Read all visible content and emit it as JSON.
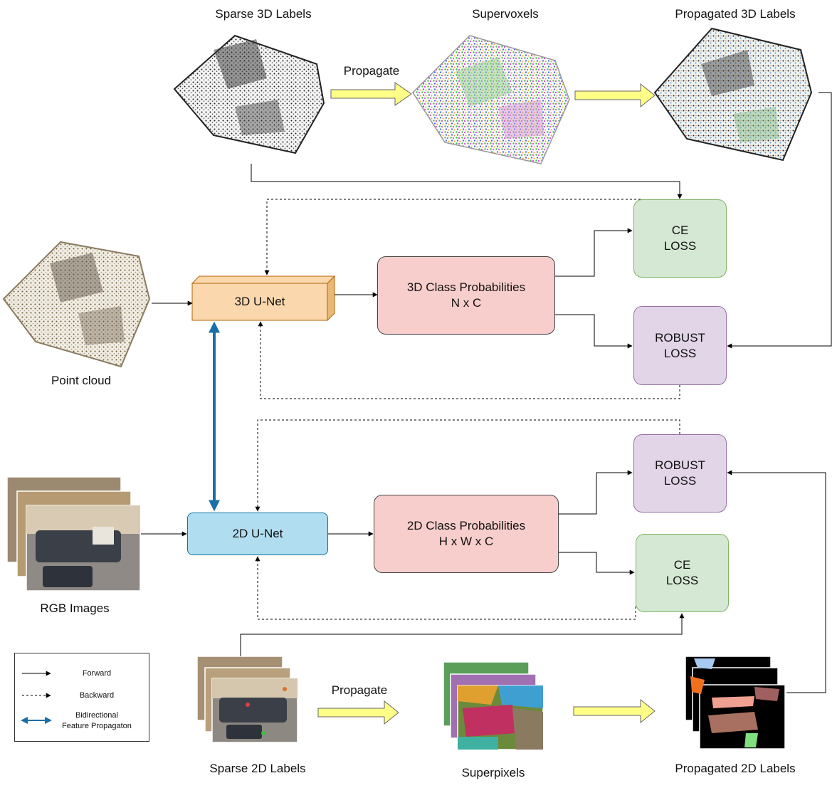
{
  "labels": {
    "sparse3d": "Sparse 3D Labels",
    "supervoxels": "Supervoxels",
    "propagated3d": "Propagated 3D Labels",
    "propagate_top": "Propagate",
    "point_cloud": "Point cloud",
    "rgb_images": "RGB Images",
    "sparse2d": "Sparse 2D Labels",
    "propagate_bottom": "Propagate",
    "superpixels": "Superpixels",
    "propagated2d": "Propagated 2D Labels"
  },
  "boxes": {
    "unet3d": "3D U-Net",
    "prob3d_line1": "3D Class Probabilities",
    "prob3d_line2": "N x C",
    "ce_top_line1": "CE",
    "ce_top_line2": "LOSS",
    "robust_top_line1": "ROBUST",
    "robust_top_line2": "LOSS",
    "unet2d": "2D U-Net",
    "prob2d_line1": "2D Class Probabilities",
    "prob2d_line2": "H x W x C",
    "robust_bottom_line1": "ROBUST",
    "robust_bottom_line2": "LOSS",
    "ce_bottom_line1": "CE",
    "ce_bottom_line2": "LOSS"
  },
  "legend": {
    "forward": "Forward",
    "backward": "Backward",
    "bidirectional_line1": "Bidirectional",
    "bidirectional_line2": "Feature Propagaton"
  },
  "colors": {
    "unet3d_fill": "#fad7ac",
    "unet3d_stroke": "#b46504",
    "bidirectional_arrow": "#1a6fa8",
    "propagate_arrow": "#ffff88"
  }
}
